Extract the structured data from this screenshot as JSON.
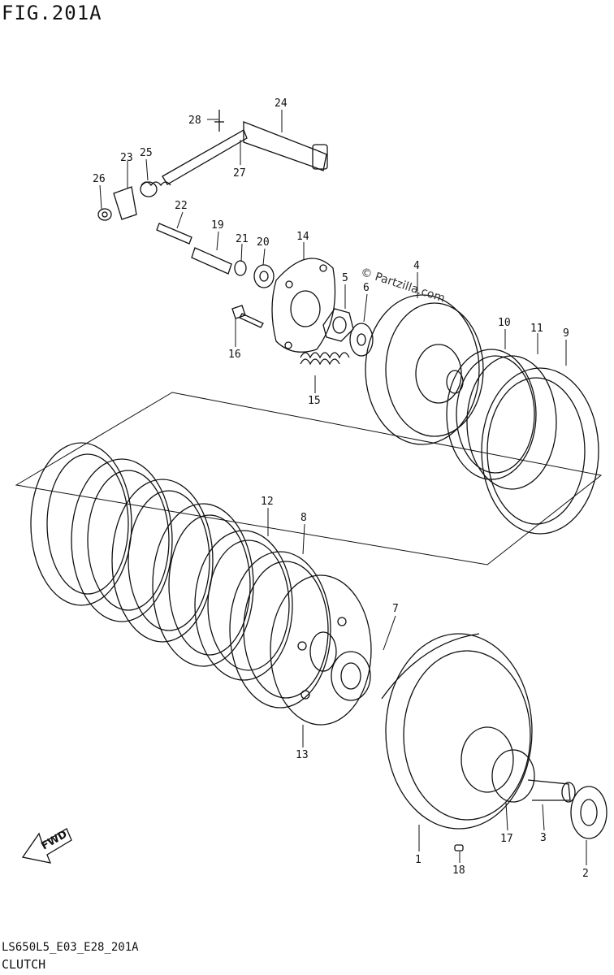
{
  "figure": {
    "title": "FIG.201A",
    "code": "LS650L5_E03_E28_201A",
    "name": "CLUTCH",
    "watermark": "© Partzilla.com",
    "direction_label": "FWD"
  },
  "callouts": [
    "28",
    "24",
    "23",
    "25",
    "26",
    "27",
    "22",
    "19",
    "21",
    "20",
    "14",
    "16",
    "5",
    "6",
    "4",
    "15",
    "10",
    "11",
    "9",
    "12",
    "8",
    "7",
    "13",
    "1",
    "18",
    "17",
    "3",
    "2"
  ]
}
